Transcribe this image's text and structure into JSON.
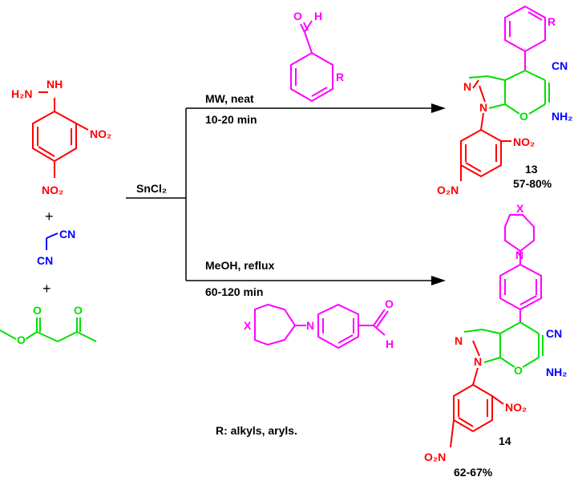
{
  "colors": {
    "red": "#ff0000",
    "blue": "#0000ff",
    "magenta": "#ff00ff",
    "green": "#00e000",
    "black": "#000000"
  },
  "reactants": {
    "hydrazine": {
      "nh_label": "NH",
      "h2n_label": "H₂N",
      "no2_top": "NO₂",
      "no2_bottom": "NO₂"
    },
    "plus_1": "+",
    "malononitrile": {
      "cn_1": "CN",
      "cn_2": "CN"
    },
    "plus_2": "+",
    "ketoester": {
      "o_1": "O",
      "o_2": "O"
    }
  },
  "catalyst": "SnCl₂",
  "route_top": {
    "condition_1": "MW, neat",
    "condition_2": "10-20 min",
    "aldehyde": {
      "o_label": "O",
      "h_label": "H",
      "r_label": "R"
    }
  },
  "route_bottom": {
    "condition_1": "MeOH, reflux",
    "condition_2": "60-120 min",
    "aldehyde": {
      "x_label": "X",
      "n_label": "N",
      "o_label": "O",
      "h_label": "H"
    }
  },
  "product_13": {
    "r_label": "R",
    "cn_label": "CN",
    "nh2_label": "NH₂",
    "o_label": "O",
    "n_label_1": "N",
    "n_label_2": "N",
    "no2_1": "NO₂",
    "no2_2": "O₂N",
    "number": "13",
    "yield": "57-80%"
  },
  "product_14": {
    "x_label": "X",
    "n_pip": "N",
    "cn_label": "CN",
    "nh2_label": "NH₂",
    "o_label": "O",
    "n_label_1": "N",
    "n_label_2": "N",
    "no2_1": "NO₂",
    "no2_2": "O₂N",
    "number": "14",
    "yield": "62-67%"
  },
  "footnote": "R: alkyls, aryls."
}
